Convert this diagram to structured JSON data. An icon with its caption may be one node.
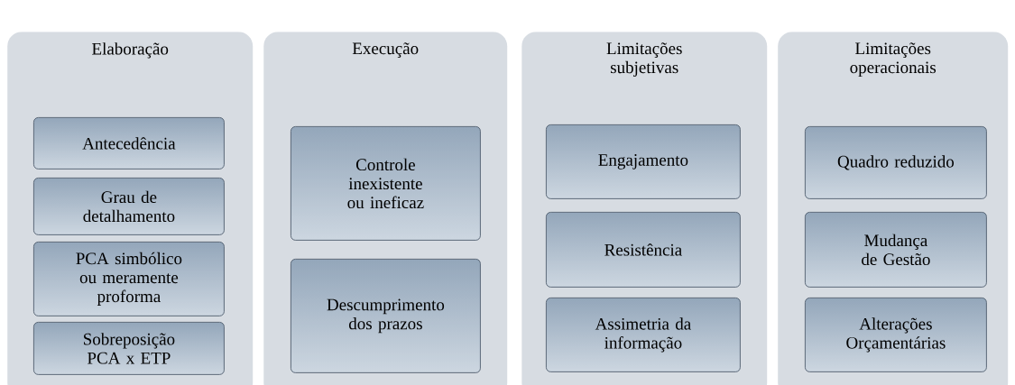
{
  "diagram": {
    "nodes": [
      {
        "text": [
          "Elaboração"
        ]
      },
      {
        "text": [
          "Antecedência"
        ],
        "in": 0
      },
      {
        "text": [
          "Grau de detalhamento"
        ],
        "in": 0
      },
      {
        "text": [
          "PCA simbólico ou meramente proforma"
        ],
        "in": 0
      },
      {
        "text": [
          "Sobreposição PCA x ETP"
        ],
        "in": 0
      },
      {
        "text": [
          "Execução"
        ]
      },
      {
        "text": [
          "Controle inexistente ou ineficaz"
        ],
        "in": 5
      },
      {
        "text": [
          "Descumprimento dos prazos"
        ],
        "in": 5
      },
      {
        "text": [
          "Limitações subjetivas"
        ]
      },
      {
        "text": [
          "Engajamento"
        ],
        "in": 8
      },
      {
        "text": [
          "Resistência"
        ],
        "in": 8
      },
      {
        "text": [
          "Assimetria da informação"
        ],
        "in": 8
      },
      {
        "text": [
          "Limitações operacionais"
        ]
      },
      {
        "text": [
          "Quadro reduzido"
        ],
        "in": 12
      },
      {
        "text": [
          "Mudança de Gestão"
        ],
        "in": 12
      },
      {
        "text": [
          "Alterações Orçamentárias"
        ],
        "in": 12
      }
    ],
    "edges": []
  }
}
